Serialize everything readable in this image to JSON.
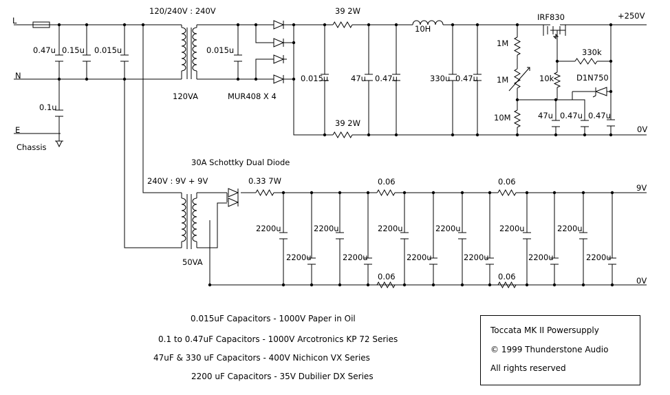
{
  "rails": {
    "line": "L",
    "neutral": "N",
    "earth": "E",
    "chassis": "Chassis",
    "hv_out": "+250V",
    "hv_gnd": "0V",
    "lv_out": "9V",
    "lv_gnd": "0V"
  },
  "components": {
    "c_in1": "0.47u",
    "c_in2": "0.15u",
    "c_in3": "0.015u",
    "c_chassis": "0.1u",
    "t1_ratio": "120/240V : 240V",
    "t1_rating": "120VA",
    "c_sec": "0.015u",
    "diodes": "MUR408 X 4",
    "c_bridge": "0.015u",
    "r_top": "39 2W",
    "r_bot": "39 2W",
    "c_hv1": "47u",
    "c_hv2": "0.47u",
    "choke": "10H",
    "c_hv3": "330u",
    "c_hv4": "0.47u",
    "mosfet": "IRF830",
    "r_1m_a": "1M",
    "r_1m_b": "1M",
    "r_10m": "10M",
    "r_10k": "10k",
    "r_330k": "330k",
    "zener": "D1N750",
    "c_47_reg": "47u",
    "c_047_a": "0.47u",
    "c_047_b": "0.47u",
    "schottky": "30A Schottky Dual Diode",
    "t2_ratio": "240V : 9V + 9V",
    "t2_rating": "50VA",
    "r_033": "0.33  7W",
    "r_006_1": "0.06",
    "r_006_2": "0.06",
    "r_006_3": "0.06",
    "r_006_4": "0.06",
    "c_2200": "2200u"
  },
  "notes": [
    "0.015uF Capacitors - 1000V Paper in Oil",
    "0.1 to 0.47uF Capacitors - 1000V Arcotronics KP 72 Series",
    "47uF & 330 uF Capacitors - 400V Nichicon VX Series",
    "2200 uF Capacitors - 35V Dubilier DX Series"
  ],
  "title_block": {
    "title": "Toccata MK II Powersupply",
    "copyright": "© 1999 Thunderstone Audio",
    "rights": "All rights reserved"
  }
}
